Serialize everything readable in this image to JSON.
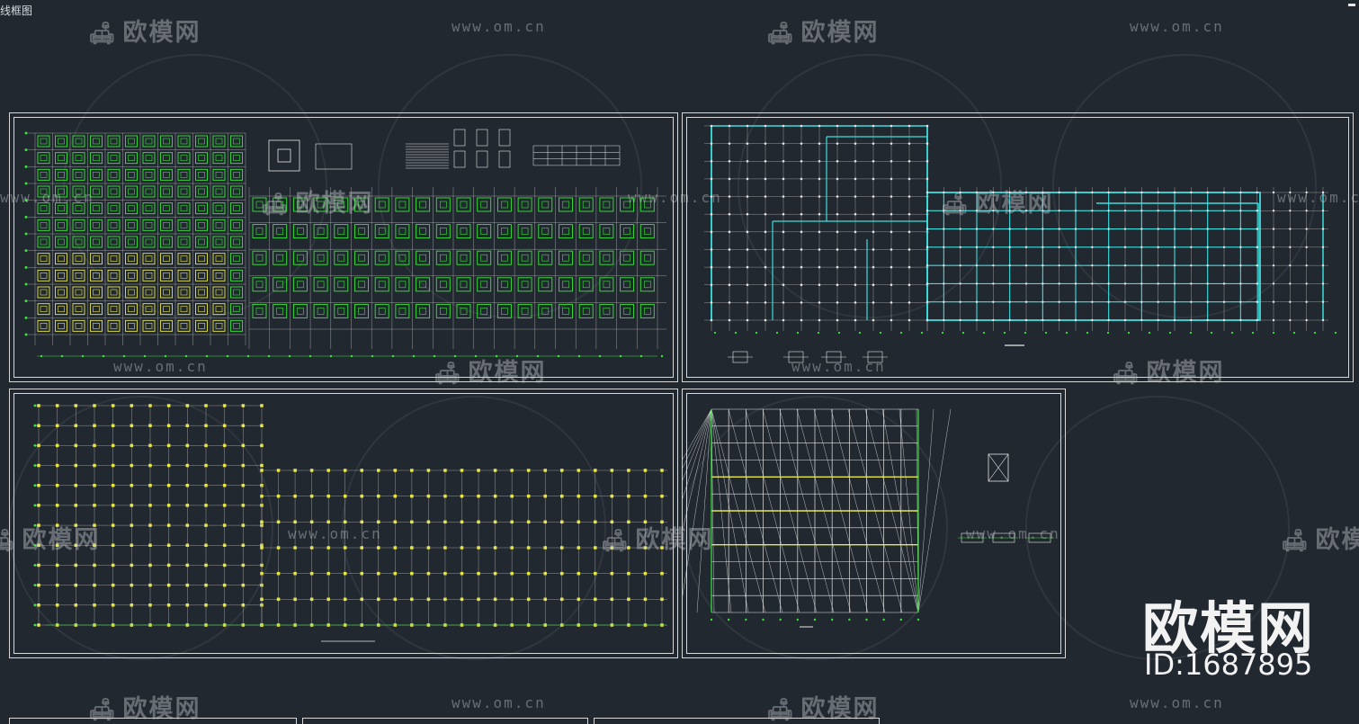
{
  "window": {
    "tab_title": "线框图"
  },
  "watermark": {
    "brand": "欧模网",
    "url": "www.om.cn"
  },
  "branding": {
    "name": "欧模网",
    "id_label": "ID:1687895"
  },
  "colors": {
    "background": "#212830",
    "sheet_border": "#d8d8d8",
    "grid_gray": "#9a9a9a",
    "foundation_green": "#39e639",
    "foundation_yellow": "#e8e84a",
    "beam_cyan": "#3cdede",
    "truss_white": "#e6e6e6"
  }
}
